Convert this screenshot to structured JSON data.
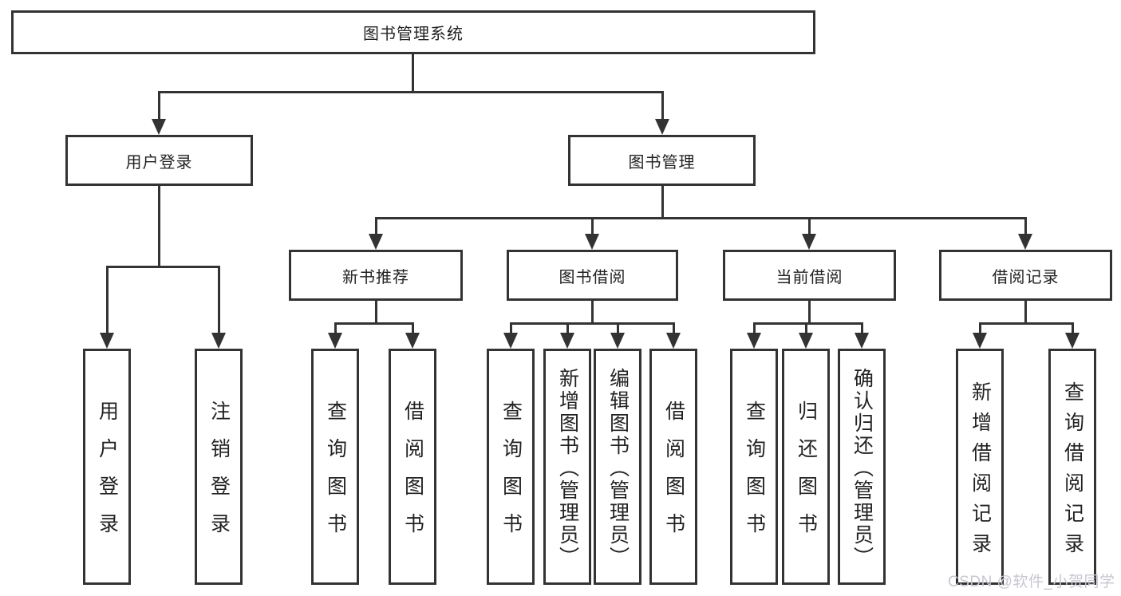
{
  "nodes": {
    "root": "图书管理系统",
    "user_login": "用户登录",
    "book_management": "图书管理",
    "new_book_recommend": "新书推荐",
    "book_borrow": "图书借阅",
    "current_borrow": "当前借阅",
    "borrow_records": "借阅记录",
    "ul_user_login": "用户登录",
    "ul_logout": "注销登录",
    "nbr_query_book": "查询图书",
    "nbr_borrow_book": "借阅图书",
    "bb_query_book": "查询图书",
    "bb_add_book_admin": "新增图书（管理员）",
    "bb_edit_book_admin": "编辑图书（管理员）",
    "bb_borrow_book": "借阅图书",
    "cb_query_book": "查询图书",
    "cb_return_book": "归还图书",
    "cb_confirm_return_admin": "确认归还（管理员）",
    "br_add_record": "新增借阅记录",
    "br_query_record": "查询借阅记录"
  },
  "watermark": "CSDN @软件_小贺同学",
  "colors": {
    "line": "#333333",
    "box_border": "#333333",
    "box_fill": "#ffffff",
    "text": "#222222",
    "background": "#ffffff",
    "watermark": "#c7c7d0"
  }
}
